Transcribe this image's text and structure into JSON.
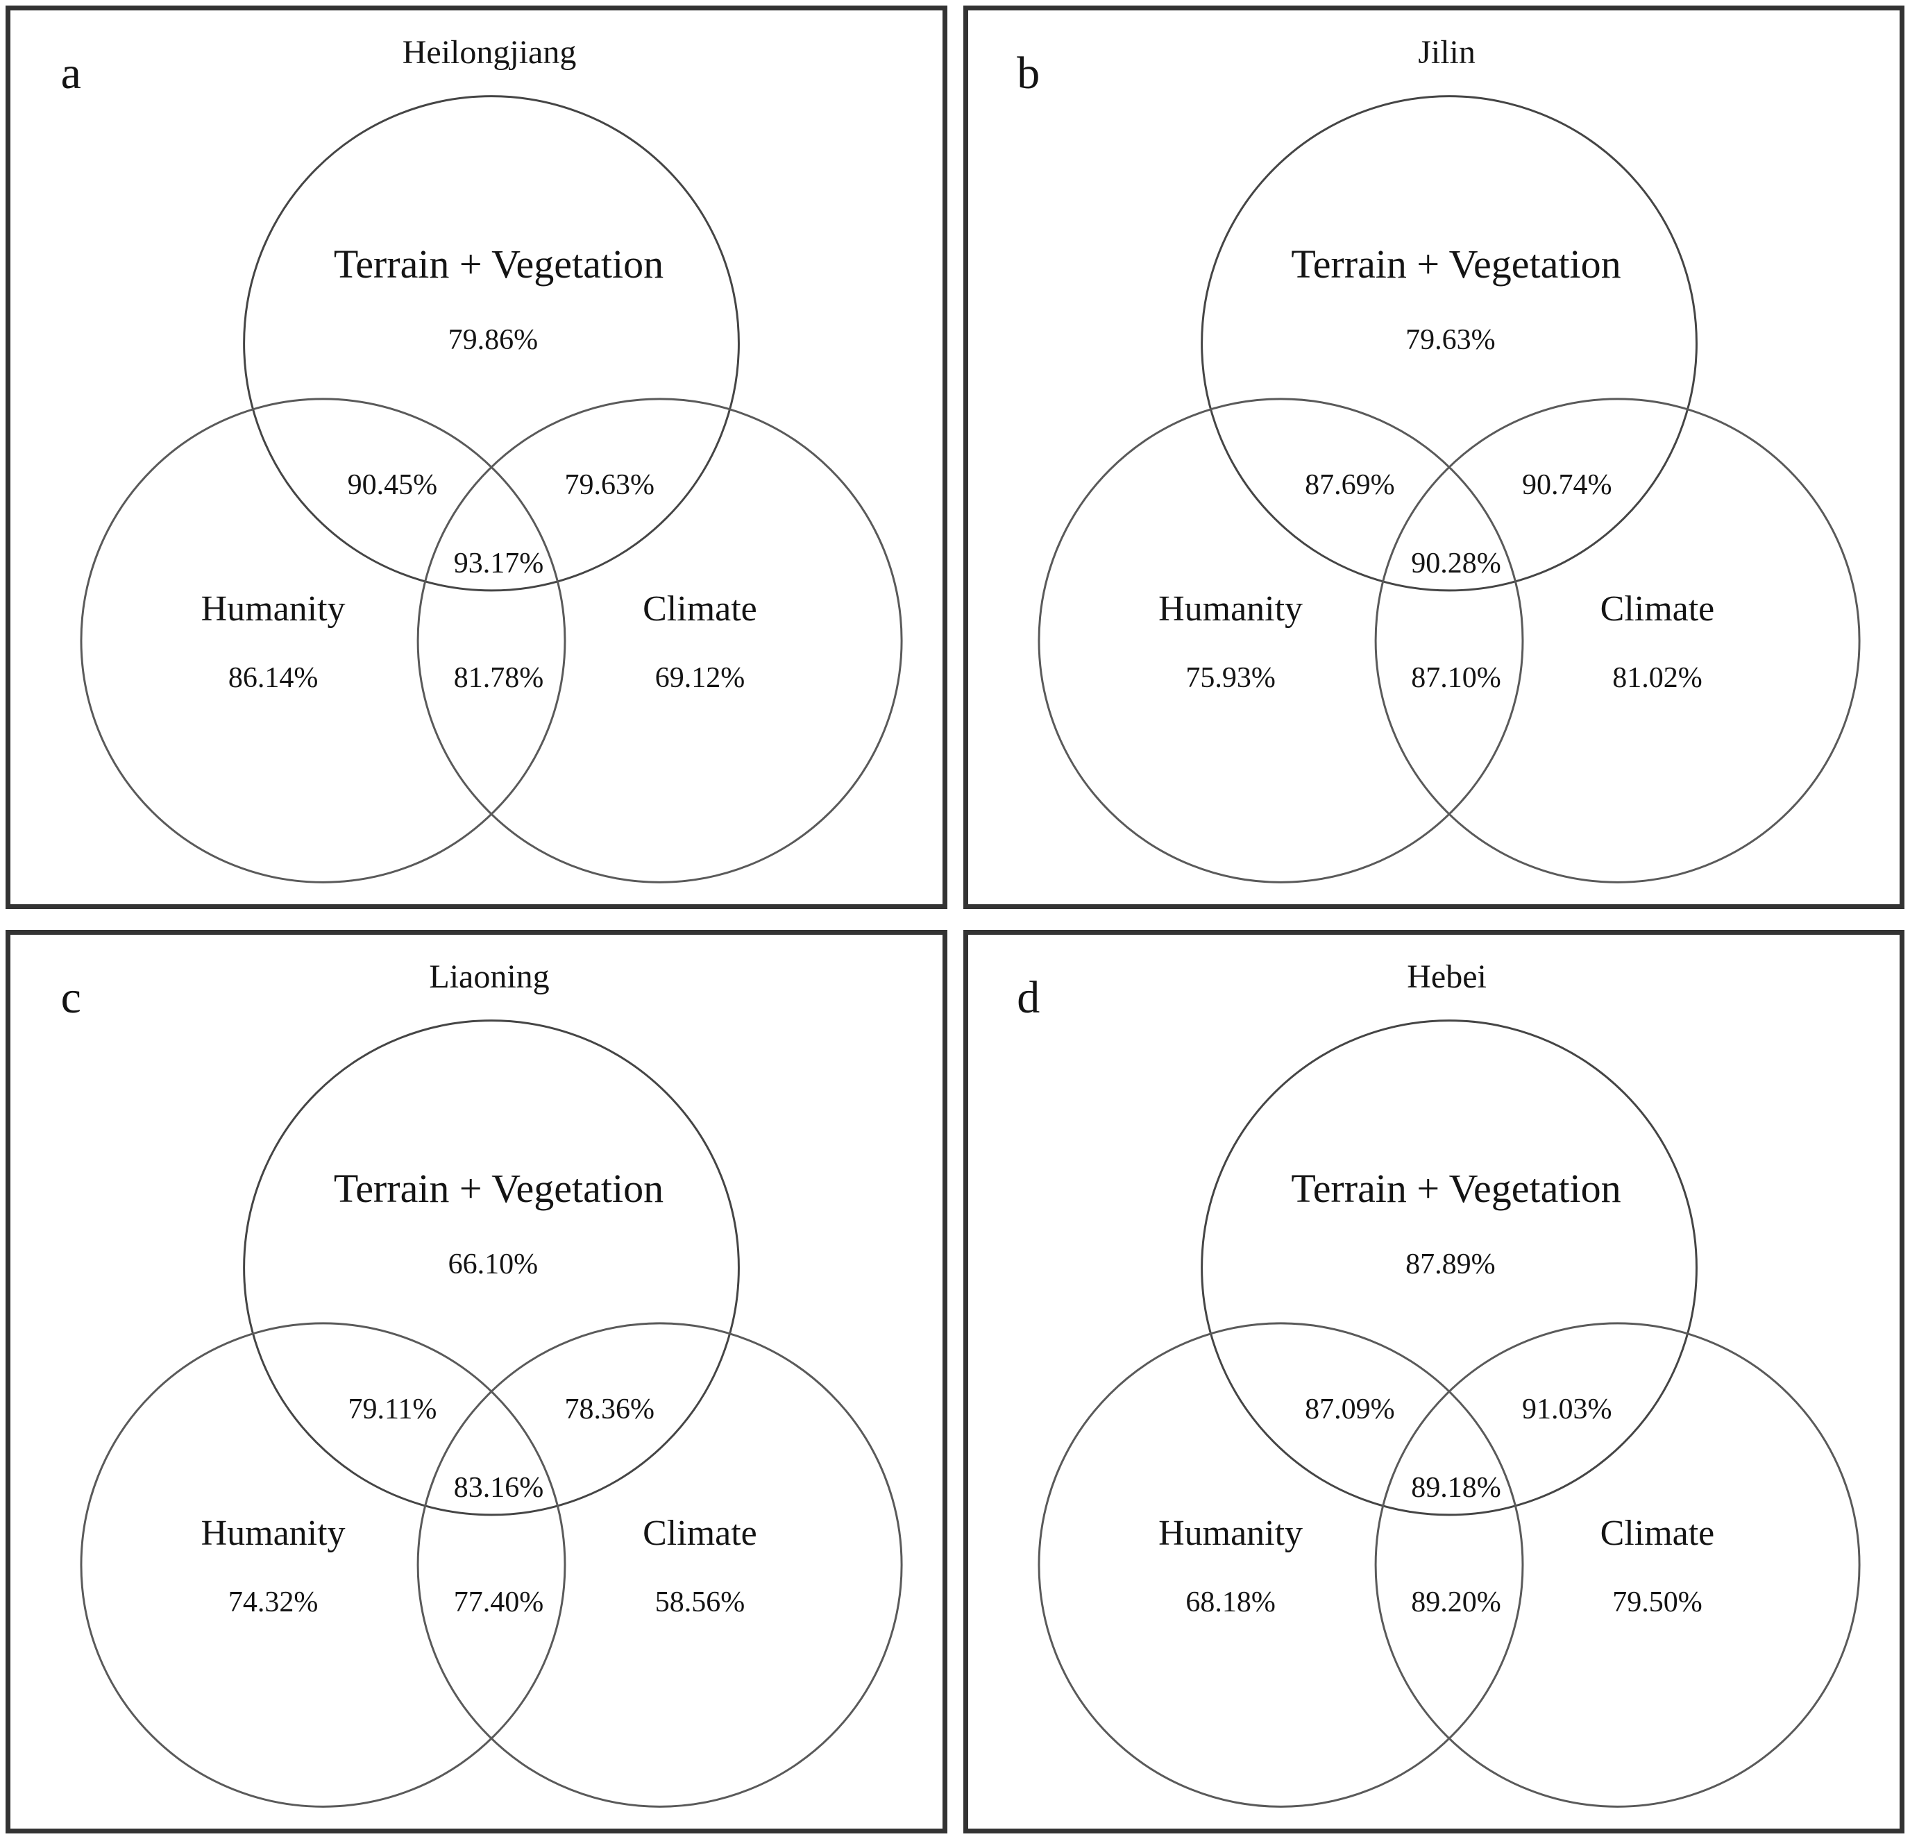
{
  "figure": {
    "description": "Four-panel Venn diagram figure comparing factor accuracies (Terrain + Vegetation, Humanity, Climate) across four provinces",
    "circle_sets": [
      "Terrain + Vegetation",
      "Humanity",
      "Climate"
    ]
  },
  "panels": [
    {
      "letter": "a",
      "title": "Heilongjiang",
      "regions": {
        "terrain_vegetation_label": "Terrain + Vegetation",
        "terrain_vegetation": "79.86%",
        "humanity_terrain": "90.45%",
        "terrain_climate": "79.63%",
        "all_three": "93.17%",
        "humanity_label": "Humanity",
        "humanity": "86.14%",
        "humanity_climate": "81.78%",
        "climate_label": "Climate",
        "climate": "69.12%"
      }
    },
    {
      "letter": "b",
      "title": "Jilin",
      "regions": {
        "terrain_vegetation_label": "Terrain + Vegetation",
        "terrain_vegetation": "79.63%",
        "humanity_terrain": "87.69%",
        "terrain_climate": "90.74%",
        "all_three": "90.28%",
        "humanity_label": "Humanity",
        "humanity": "75.93%",
        "humanity_climate": "87.10%",
        "climate_label": "Climate",
        "climate": "81.02%"
      }
    },
    {
      "letter": "c",
      "title": "Liaoning",
      "regions": {
        "terrain_vegetation_label": "Terrain + Vegetation",
        "terrain_vegetation": "66.10%",
        "humanity_terrain": "79.11%",
        "terrain_climate": "78.36%",
        "all_three": "83.16%",
        "humanity_label": "Humanity",
        "humanity": "74.32%",
        "humanity_climate": "77.40%",
        "climate_label": "Climate",
        "climate": "58.56%"
      }
    },
    {
      "letter": "d",
      "title": "Hebei",
      "regions": {
        "terrain_vegetation_label": "Terrain + Vegetation",
        "terrain_vegetation": "87.89%",
        "humanity_terrain": "87.09%",
        "terrain_climate": "91.03%",
        "all_three": "89.18%",
        "humanity_label": "Humanity",
        "humanity": "68.18%",
        "humanity_climate": "89.20%",
        "climate_label": "Climate",
        "climate": "79.50%"
      }
    }
  ],
  "chart_data": [
    {
      "type": "venn",
      "title": "Heilongjiang",
      "sets": [
        "Terrain + Vegetation",
        "Humanity",
        "Climate"
      ],
      "values_percent": {
        "terrain_vegetation": 79.86,
        "humanity": 86.14,
        "climate": 69.12,
        "humanity_and_terrain": 90.45,
        "terrain_and_climate": 79.63,
        "humanity_and_climate": 81.78,
        "all_three": 93.17
      }
    },
    {
      "type": "venn",
      "title": "Jilin",
      "sets": [
        "Terrain + Vegetation",
        "Humanity",
        "Climate"
      ],
      "values_percent": {
        "terrain_vegetation": 79.63,
        "humanity": 75.93,
        "climate": 81.02,
        "humanity_and_terrain": 87.69,
        "terrain_and_climate": 90.74,
        "humanity_and_climate": 87.1,
        "all_three": 90.28
      }
    },
    {
      "type": "venn",
      "title": "Liaoning",
      "sets": [
        "Terrain + Vegetation",
        "Humanity",
        "Climate"
      ],
      "values_percent": {
        "terrain_vegetation": 66.1,
        "humanity": 74.32,
        "climate": 58.56,
        "humanity_and_terrain": 79.11,
        "terrain_and_climate": 78.36,
        "humanity_and_climate": 77.4,
        "all_three": 83.16
      }
    },
    {
      "type": "venn",
      "title": "Hebei",
      "sets": [
        "Terrain + Vegetation",
        "Humanity",
        "Climate"
      ],
      "values_percent": {
        "terrain_vegetation": 87.89,
        "humanity": 68.18,
        "climate": 79.5,
        "humanity_and_terrain": 87.09,
        "terrain_and_climate": 91.03,
        "humanity_and_climate": 89.2,
        "all_three": 89.18
      }
    }
  ]
}
